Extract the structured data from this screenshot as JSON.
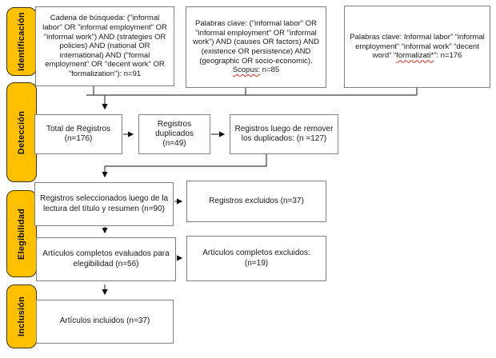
{
  "diagram": {
    "type": "prisma-flow",
    "accent_color": "#FFC000",
    "line_color": "#3f3f3f",
    "spellcheck_color": "#e0281e"
  },
  "sidebar": {
    "items": [
      {
        "id": "identificacion",
        "label": "Identificación"
      },
      {
        "id": "deteccion",
        "label": "Detección"
      },
      {
        "id": "elegibilidad",
        "label": "Elegibilidad"
      },
      {
        "id": "inclusion",
        "label": "Inclusión"
      }
    ]
  },
  "boxes": {
    "search_string_1": "Cadena de búsqueda: (\"informal labor\" OR \"informal employment\" OR \"informal work\") AND (strategies OR policies) AND (national OR international) AND (\"formal employment\" OR \"decent work\" OR \"formalization\"): n=91",
    "search_string_2": {
      "pre": "Palabras clave: (\"informal labor\" OR \"informal employment\" OR \"informal work\") AND (causes OR factors) AND (existence OR persistence) AND (geographic OR socio-economic). ",
      "misspelled": "Scopus:",
      "post": " n=85"
    },
    "search_string_3": {
      "pre": "Palabras clave: Informal labor” “informal employment” “informal work” “decent word” “",
      "misspelled": "formalizati*",
      "post": "”: n=176"
    },
    "total_records": "Total de Registros (n=176)",
    "duplicate_records": "Registros duplicados (n=49)",
    "records_after_duplicates": "Registros luego de remover los duplicados: (n =127)",
    "records_screened": "Registros seleccionados luego de la lectura del título y resumen (n=90)",
    "records_excluded": "Registros excluidos (n=37)",
    "fulltext_assessed": "Artículos completos evaluados para elegibilidad (n=56)",
    "fulltext_excluded": "Artículos completos excluidos: (n=19)",
    "articles_included": "Artículos incluidos (n=37)"
  }
}
